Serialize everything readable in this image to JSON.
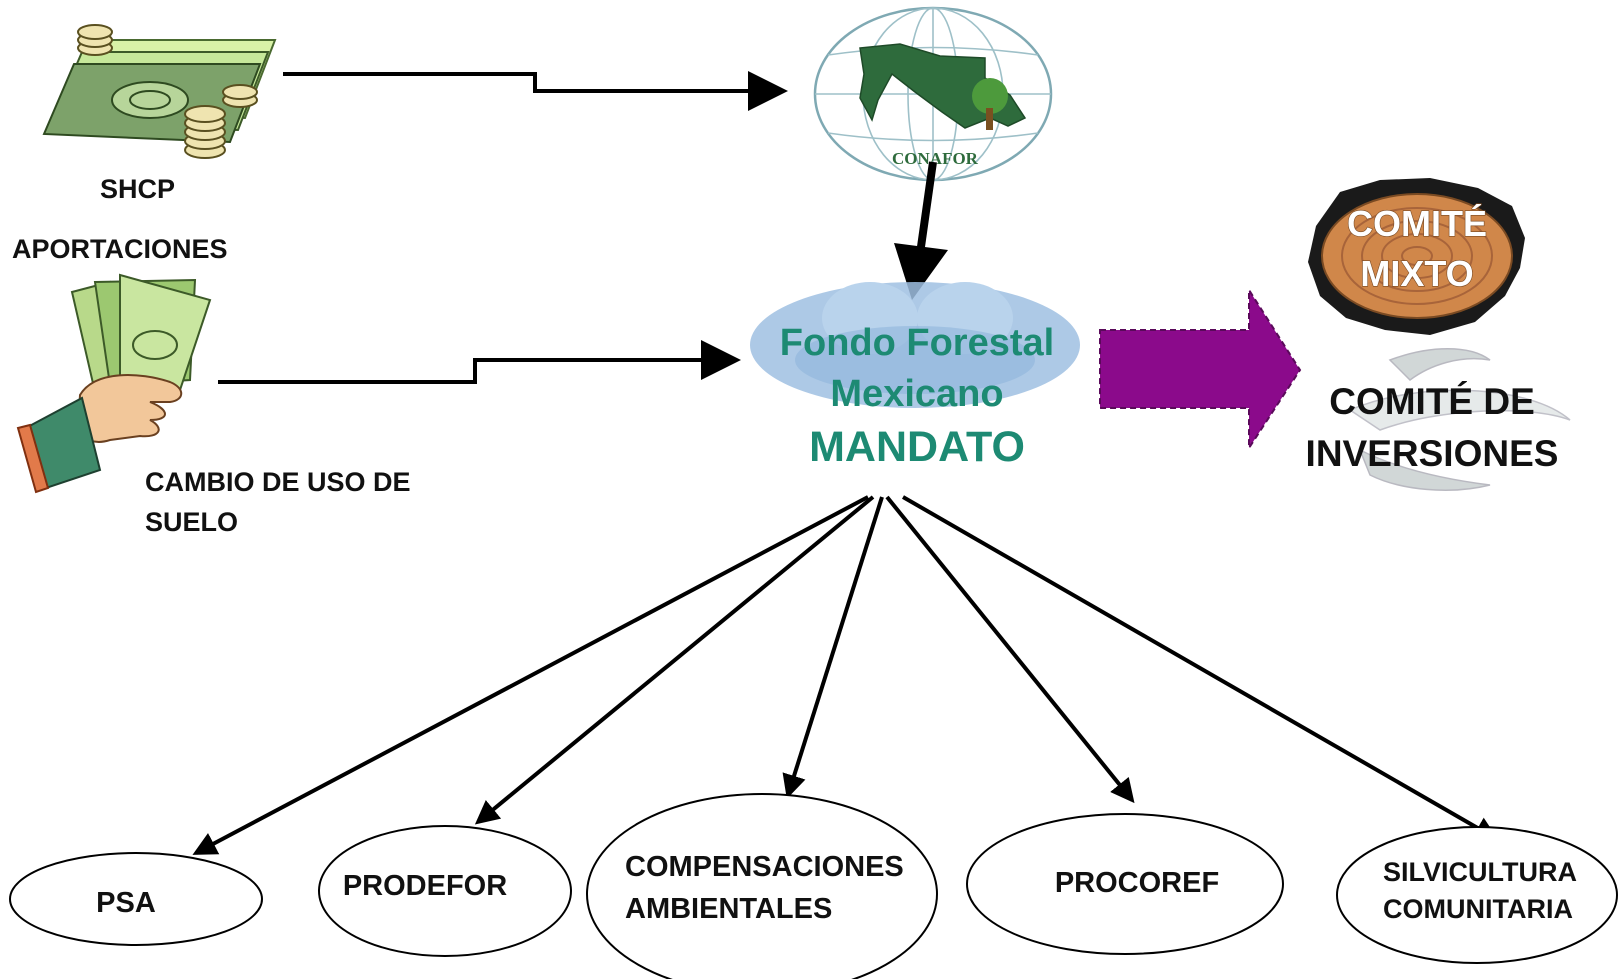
{
  "sources": {
    "shcp_label": "SHCP",
    "aportaciones_label": "APORTACIONES",
    "cambio_line1": "CAMBIO DE USO DE",
    "cambio_line2": "SUELO"
  },
  "conafor": {
    "logo_text": "CONAFOR"
  },
  "fondo": {
    "line1": "Fondo Forestal",
    "line2": "Mexicano",
    "line3": "MANDATO",
    "text_color": "#1d8a73",
    "cloud_color": "#9fc0e2"
  },
  "committees": {
    "mixto_line1": "COMITÉ",
    "mixto_line2": "MIXTO",
    "inversiones_line1": "COMITÉ DE",
    "inversiones_line2": "INVERSIONES",
    "arrow_color": "#8b0a8b"
  },
  "programs": [
    {
      "line1": "PSA"
    },
    {
      "line1": "PRODEFOR"
    },
    {
      "line1": "COMPENSACIONES",
      "line2": "AMBIENTALES"
    },
    {
      "line1": "PROCOREF"
    },
    {
      "line1": "SILVICULTURA",
      "line2": "COMUNITARIA"
    }
  ]
}
